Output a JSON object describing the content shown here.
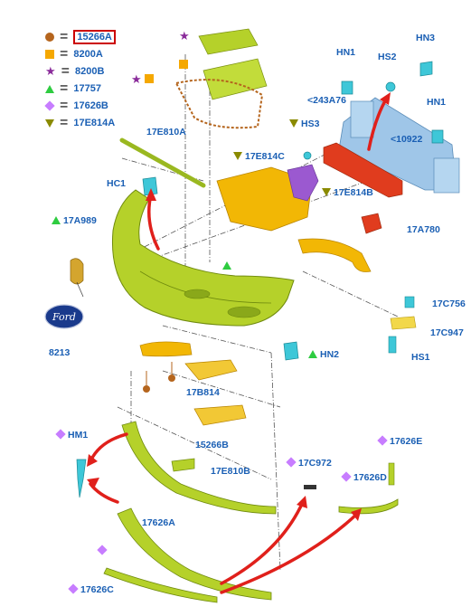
{
  "legend": [
    {
      "code": "15266A",
      "marker": "circle",
      "color": "#b5651d",
      "highlight": true
    },
    {
      "code": "8200A",
      "marker": "square",
      "color": "#f5a800"
    },
    {
      "code": "8200B",
      "marker": "star",
      "color": "#8a2b9a"
    },
    {
      "code": "17757",
      "marker": "triangle-up",
      "color": "#2ecc40"
    },
    {
      "code": "17626B",
      "marker": "diamond",
      "color": "#c77dff"
    },
    {
      "code": "17E814A",
      "marker": "triangle-down",
      "color": "#8a8a00"
    }
  ],
  "parts": {
    "p17e810a": "17E810A",
    "hc1": "HC1",
    "p17e814c": "17E814C",
    "p17e814b": "17E814B",
    "hs3": "HS3",
    "p243a76": "<243A76",
    "hn1_top": "HN1",
    "hs2": "HS2",
    "hn3": "HN3",
    "hn1_right": "HN1",
    "p10922": "<10922",
    "p17a780": "17A780",
    "p17a989": "17A989",
    "p8213": "8213",
    "p17c756": "17C756",
    "p17c947": "17C947",
    "hs1": "HS1",
    "hn2": "HN2",
    "p17b814": "17B814",
    "p15266b": "15266B",
    "hm1": "HM1",
    "p17e810b": "17E810B",
    "p17c972": "17C972",
    "p17626e": "17626E",
    "p17626d": "17626D",
    "p17626a": "17626A",
    "p17626c": "17626C"
  },
  "logo_text": "Ford",
  "colors": {
    "label": "#1a5fb4",
    "bumper": "#b5d12a",
    "bracket": "#f2b705",
    "reinforcement": "#9fc6e8",
    "absorber": "#e03c1e",
    "arrow": "#e0201b",
    "clip": "#3ec7d8",
    "purple": "#9b59d0"
  }
}
